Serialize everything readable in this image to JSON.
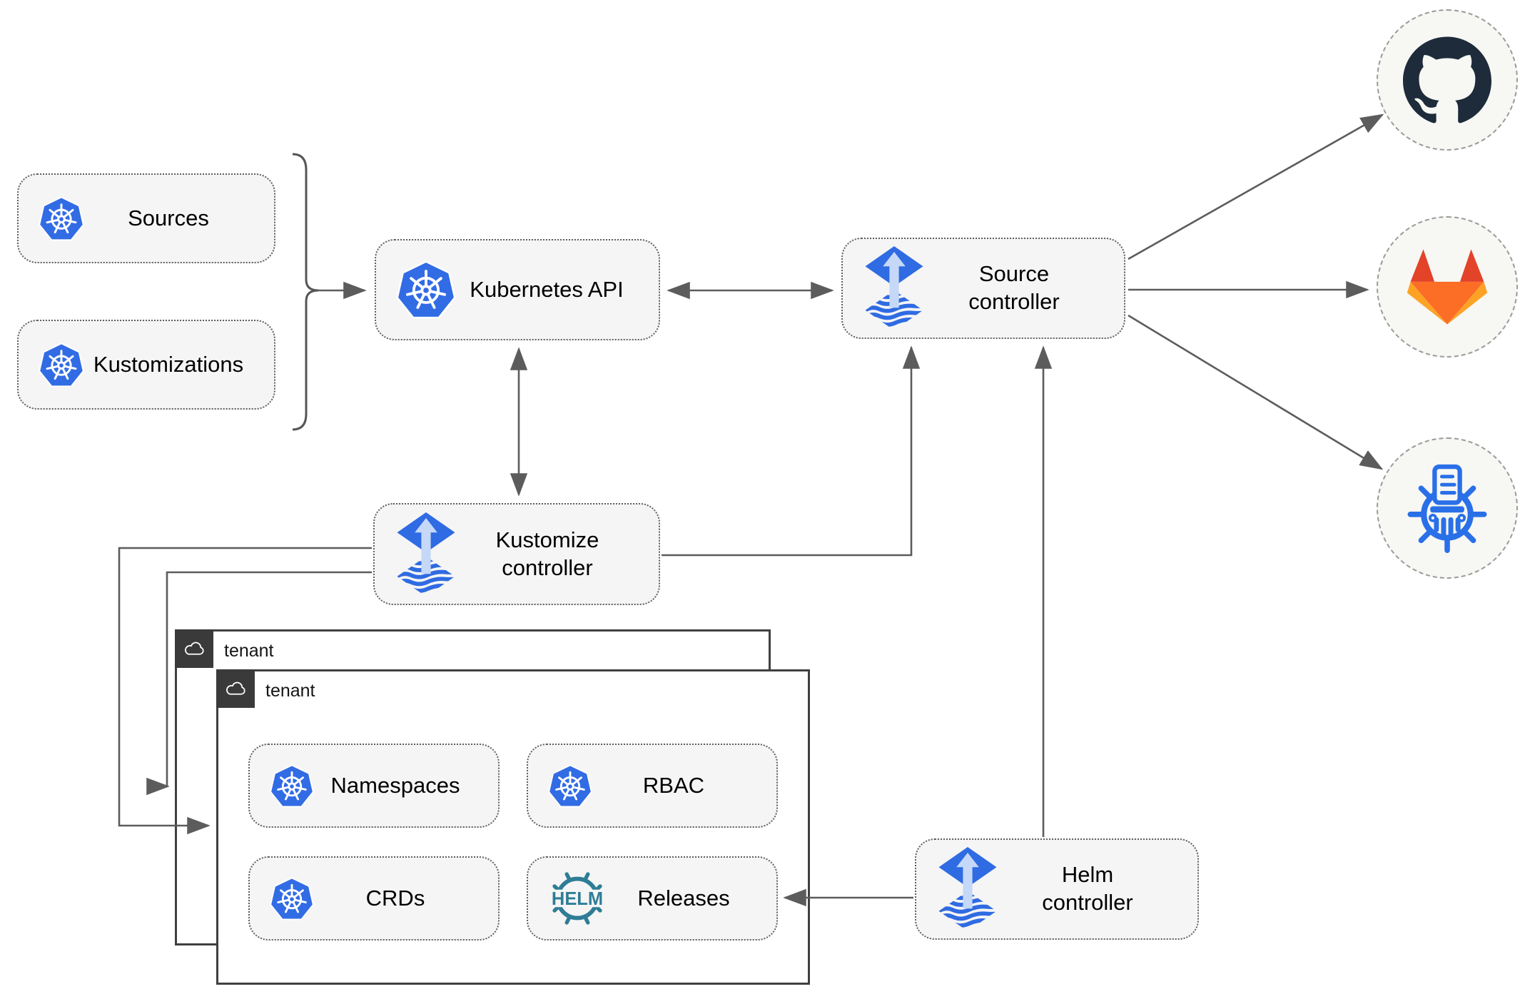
{
  "diagram": {
    "nodes": {
      "sources": "Sources",
      "kustomizations": "Kustomizations",
      "kubernetes_api": "Kubernetes API",
      "source_controller": "Source\ncontroller",
      "kustomize_controller": "Kustomize\ncontroller",
      "helm_controller": "Helm\ncontroller",
      "namespaces": "Namespaces",
      "rbac": "RBAC",
      "crds": "CRDs",
      "releases": "Releases"
    },
    "tenants": {
      "back": "tenant",
      "front": "tenant"
    },
    "helm_logo_text": "HELM",
    "remotes": [
      {
        "name": "github",
        "icon": "github-icon"
      },
      {
        "name": "gitlab",
        "icon": "gitlab-icon"
      },
      {
        "name": "helm-repository",
        "icon": "helm-repository-icon"
      }
    ],
    "colors": {
      "kubernetes_blue": "#326ce5",
      "flux_blue": "#2f6be2",
      "flux_arrow_light": "#c5d8f7",
      "helm_teal": "#2e7d96",
      "github_dark": "#1d2b3a",
      "gitlab_red": "#e24329",
      "gitlab_orange": "#fc6d26",
      "gitlab_light_orange": "#fca326",
      "chartmuseum_blue": "#2970e8",
      "node_fill": "#f5f5f5",
      "line_gray": "#5c5c5c",
      "tenant_header_bg": "#3a3a3a"
    }
  }
}
